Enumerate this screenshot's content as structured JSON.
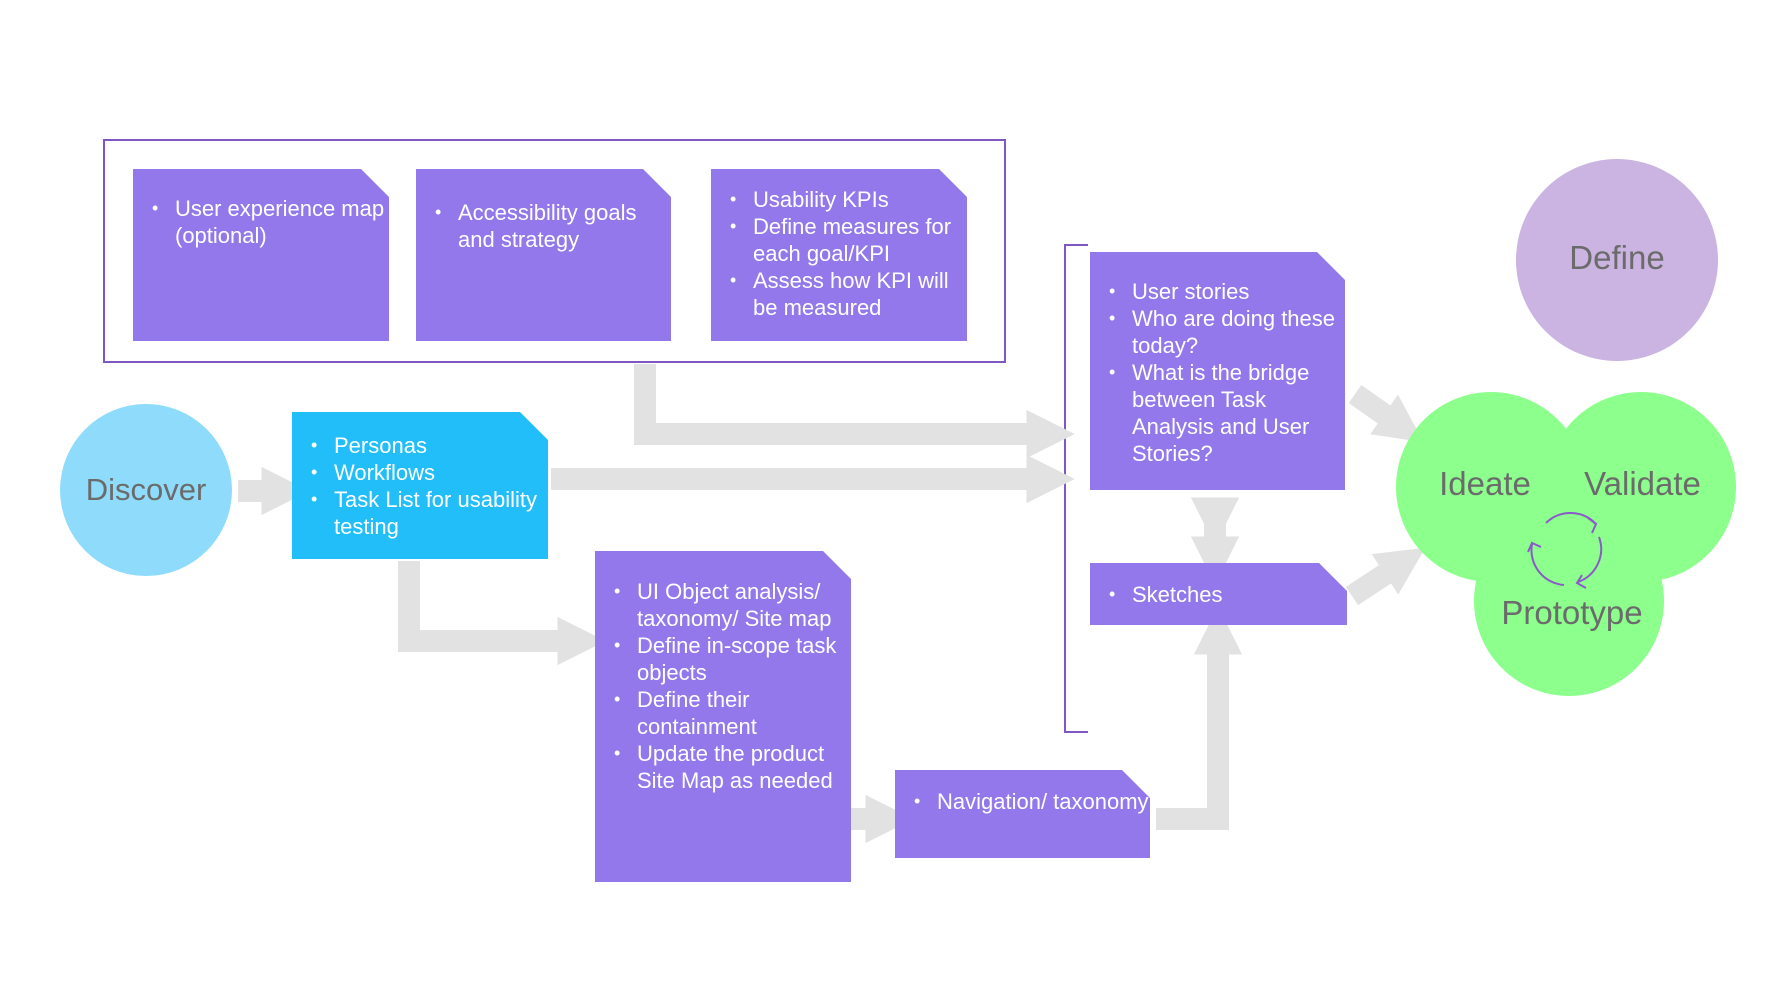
{
  "top_boxes": [
    {
      "items": [
        "User experience map (optional)"
      ]
    },
    {
      "items": [
        "Accessibility goals and strategy"
      ]
    },
    {
      "items": [
        "Usability KPIs",
        "Define measures for each goal/KPI",
        "Assess how KPI will be measured"
      ]
    }
  ],
  "discover": {
    "label": "Discover"
  },
  "personas_box": {
    "items": [
      "Personas",
      "Workflows",
      "Task List for usability testing"
    ]
  },
  "ui_object_box": {
    "items": [
      "UI Object analysis/ taxonomy/ Site map",
      "Define in-scope task objects",
      "Define their containment",
      "Update the product Site Map as needed"
    ]
  },
  "navigation_box": {
    "items": [
      "Navigation/ taxonomy"
    ]
  },
  "user_stories_box": {
    "items": [
      "User stories",
      "Who are doing these today?",
      "What is the bridge between Task Analysis and User Stories?"
    ]
  },
  "sketches_box": {
    "items": [
      "Sketches"
    ]
  },
  "define": {
    "label": "Define"
  },
  "cluster": {
    "ideate": "Ideate",
    "validate": "Validate",
    "prototype": "Prototype"
  },
  "colors": {
    "purple_card": "#9378EB",
    "cyan_card": "#22BEFA",
    "discover_circle": "#8EDBFB",
    "define_circle": "#CBB4E1",
    "cluster_green": "#8CFF8C",
    "arrow_gray": "#E2E2E2",
    "frame_purple": "#7E57C2"
  }
}
